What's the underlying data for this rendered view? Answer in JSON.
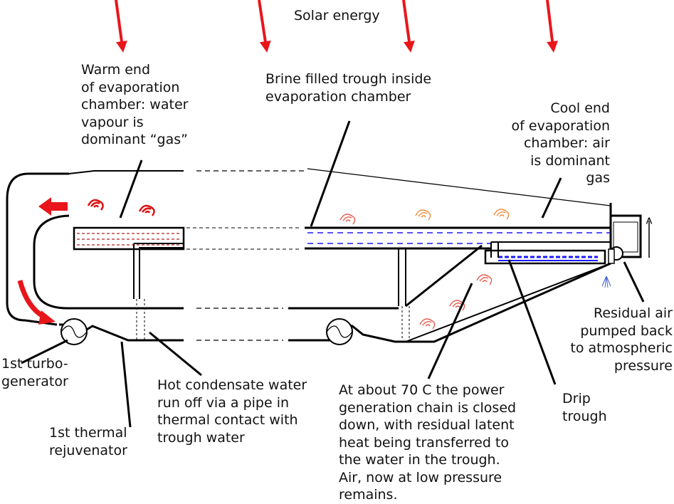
{
  "colors": {
    "outline": "#000000",
    "arrow_red": "#e8161b",
    "vapour_red": "#e01010",
    "vapour_salmon": "#e85a4a",
    "vapour_orange": "#f08a3a",
    "brine_dash": "#b02020",
    "water_blue": "#1a1aff",
    "spray_blue": "#4060d0"
  },
  "labels": {
    "solar_energy": "Solar energy",
    "warm_end": "Warm end\nof evaporation\nchamber: water\nvapour is\ndominant “gas”",
    "brine_trough": "Brine filled trough inside\nevaporation chamber",
    "cool_end": "Cool end\nof evaporation\nchamber: air\nis dominant\ngas",
    "residual_air": "Residual air\npumped back\nto atmospheric\npressure",
    "turbo_generator": "1st turbo-\ngenerator",
    "thermal_rejuvenator": "1st thermal\nrejuvenator",
    "hot_condensate": "Hot condensate water\nrun off via a pipe in\nthermal contact with\ntrough water",
    "at_70c": "At about 70 C the power\ngeneration chain is closed\ndown, with residual latent\nheat being transferred to\nthe water in the trough.\nAir, now at low pressure\nremains.",
    "drip_trough": "Drip\ntrough"
  }
}
